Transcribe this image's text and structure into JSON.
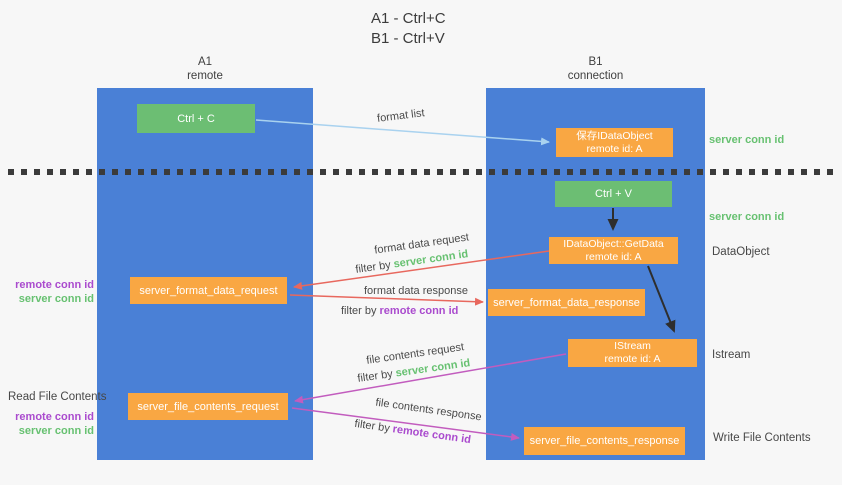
{
  "title": {
    "line1": "A1 - Ctrl+C",
    "line2": "B1 - Ctrl+V"
  },
  "lanes": {
    "left": {
      "header_line1": "A1",
      "header_line2": "remote"
    },
    "right": {
      "header_line1": "B1",
      "header_line2": "connection"
    }
  },
  "nodes": {
    "ctrl_c": "Ctrl + C",
    "save_idataobject_line1": "保存IDataObject",
    "save_idataobject_line2": "remote id: A",
    "ctrl_v": "Ctrl + V",
    "getdata_line1": "IDataObject::GetData",
    "getdata_line2": "remote id: A",
    "server_format_data_request": "server_format_data_request",
    "server_format_data_response": "server_format_data_response",
    "istream_line1": "IStream",
    "istream_line2": "remote id: A",
    "server_file_contents_request": "server_file_contents_request",
    "server_file_contents_response": "server_file_contents_response"
  },
  "edge_labels": {
    "format_list": "format list",
    "format_data_request": "format data request",
    "format_data_response": "format data response",
    "file_contents_request": "file contents request",
    "file_contents_response": "file contents response",
    "filter_by": "filter by ",
    "server_conn_id": "server conn id",
    "remote_conn_id": "remote conn id"
  },
  "side_labels": {
    "left_remote_conn_id": "remote conn id",
    "left_server_conn_id": "server conn id",
    "read_file_contents": "Read File Contents",
    "read_remote_conn_id": "remote conn id",
    "read_server_conn_id": "server conn id",
    "right_server_conn_id_top": "server conn id",
    "right_server_conn_id_mid": "server conn id",
    "dataobject": "DataObject",
    "istream": "Istream",
    "write_file_contents": "Write File Contents"
  },
  "colors": {
    "lane_blue": "#4a80d6",
    "box_green": "#6cbe73",
    "box_orange": "#f9a743",
    "green_text": "#67c171",
    "purple_text": "#aa4bce",
    "red_arrow": "#e8685e",
    "magenta_arrow": "#c25cbe",
    "light_blue_arrow": "#a9d2ef",
    "black_arrow": "#2e2e2e",
    "label_text": "#4a4a4a",
    "background": "#f7f7f7"
  }
}
